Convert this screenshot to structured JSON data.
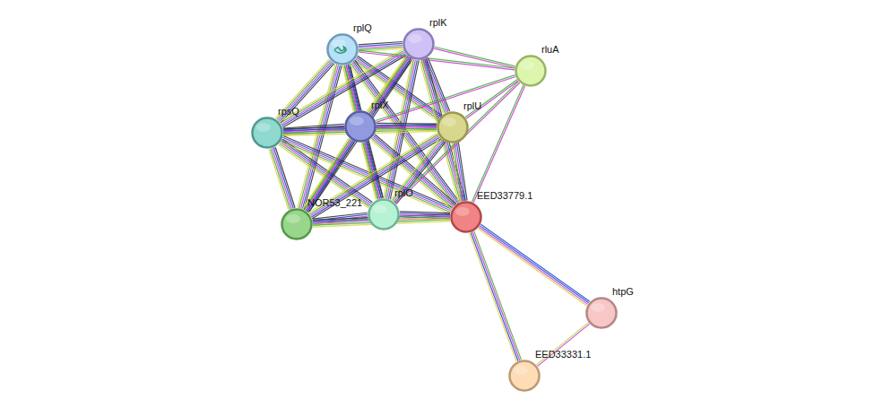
{
  "diagram": {
    "nodes": [
      {
        "text": [
          "rplQ"
        ]
      },
      {
        "text": [
          "rplK"
        ]
      },
      {
        "text": [
          "rluA"
        ]
      },
      {
        "text": [
          "rpsQ"
        ]
      },
      {
        "text": [
          "rplX"
        ]
      },
      {
        "text": [
          "rplU"
        ]
      },
      {
        "text": [
          "NOR53_221"
        ]
      },
      {
        "text": [
          "rplO"
        ]
      },
      {
        "text": [
          "EED33779.1"
        ]
      },
      {
        "text": [
          "htpG"
        ]
      },
      {
        "text": [
          "EED33331.1"
        ]
      }
    ],
    "edges": [
      {
        "from": 0,
        "to": 1,
        "arrow": "none"
      },
      {
        "from": 0,
        "to": 3,
        "arrow": "none"
      },
      {
        "from": 0,
        "to": 4,
        "arrow": "none"
      },
      {
        "from": 0,
        "to": 5,
        "arrow": "none"
      },
      {
        "from": 0,
        "to": 6,
        "arrow": "none"
      },
      {
        "from": 0,
        "to": 7,
        "arrow": "none"
      },
      {
        "from": 0,
        "to": 8,
        "arrow": "none"
      },
      {
        "from": 1,
        "to": 3,
        "arrow": "none"
      },
      {
        "from": 1,
        "to": 4,
        "arrow": "none"
      },
      {
        "from": 1,
        "to": 5,
        "arrow": "none"
      },
      {
        "from": 1,
        "to": 6,
        "arrow": "none"
      },
      {
        "from": 1,
        "to": 7,
        "arrow": "none"
      },
      {
        "from": 1,
        "to": 8,
        "arrow": "none"
      },
      {
        "from": 3,
        "to": 4,
        "arrow": "none"
      },
      {
        "from": 3,
        "to": 5,
        "arrow": "none"
      },
      {
        "from": 3,
        "to": 6,
        "arrow": "none"
      },
      {
        "from": 3,
        "to": 7,
        "arrow": "none"
      },
      {
        "from": 3,
        "to": 8,
        "arrow": "none"
      },
      {
        "from": 4,
        "to": 5,
        "arrow": "none"
      },
      {
        "from": 4,
        "to": 6,
        "arrow": "none"
      },
      {
        "from": 4,
        "to": 7,
        "arrow": "none"
      },
      {
        "from": 4,
        "to": 8,
        "arrow": "none"
      },
      {
        "from": 5,
        "to": 6,
        "arrow": "none"
      },
      {
        "from": 5,
        "to": 7,
        "arrow": "none"
      },
      {
        "from": 5,
        "to": 8,
        "arrow": "none"
      },
      {
        "from": 6,
        "to": 7,
        "arrow": "none"
      },
      {
        "from": 6,
        "to": 8,
        "arrow": "none"
      },
      {
        "from": 7,
        "to": 8,
        "arrow": "none"
      },
      {
        "from": 2,
        "to": 0,
        "arrow": "none"
      },
      {
        "from": 2,
        "to": 1,
        "arrow": "none"
      },
      {
        "from": 2,
        "to": 4,
        "arrow": "none"
      },
      {
        "from": 2,
        "to": 5,
        "arrow": "none"
      },
      {
        "from": 2,
        "to": 7,
        "arrow": "none"
      },
      {
        "from": 2,
        "to": 8,
        "arrow": "none"
      },
      {
        "from": 8,
        "to": 9,
        "arrow": "none"
      },
      {
        "from": 8,
        "to": 10,
        "arrow": "none"
      },
      {
        "from": 9,
        "to": 10,
        "arrow": "none"
      }
    ]
  }
}
